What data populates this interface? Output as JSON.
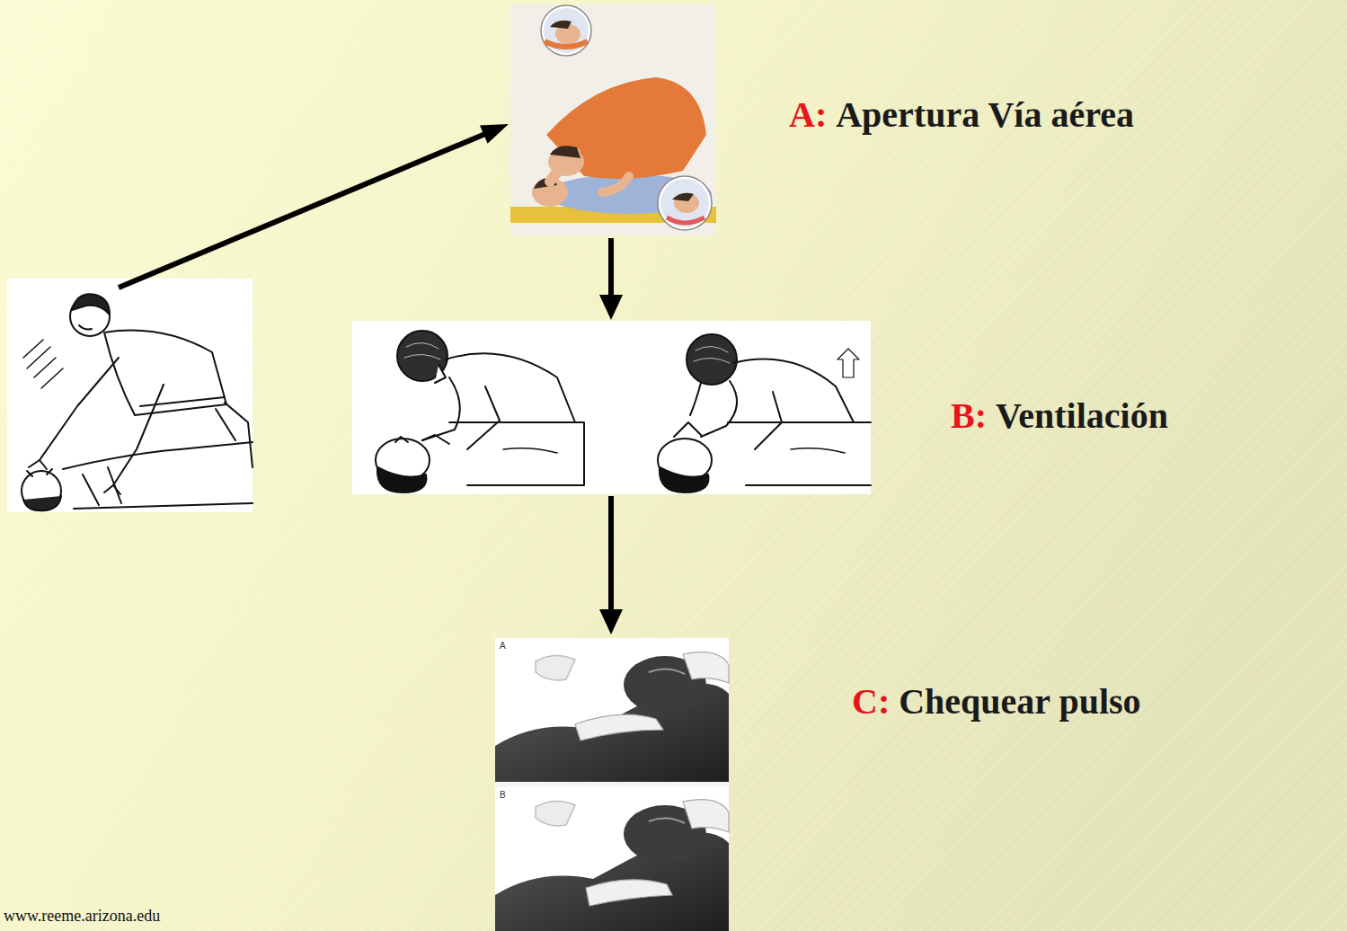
{
  "diagram": {
    "labels": [
      "A:",
      "Apertura Vía aérea",
      "B:",
      "Ventilación",
      "C:",
      "Chequear pulso",
      "A",
      "B",
      "www.reeme.arizona.edu"
    ]
  }
}
